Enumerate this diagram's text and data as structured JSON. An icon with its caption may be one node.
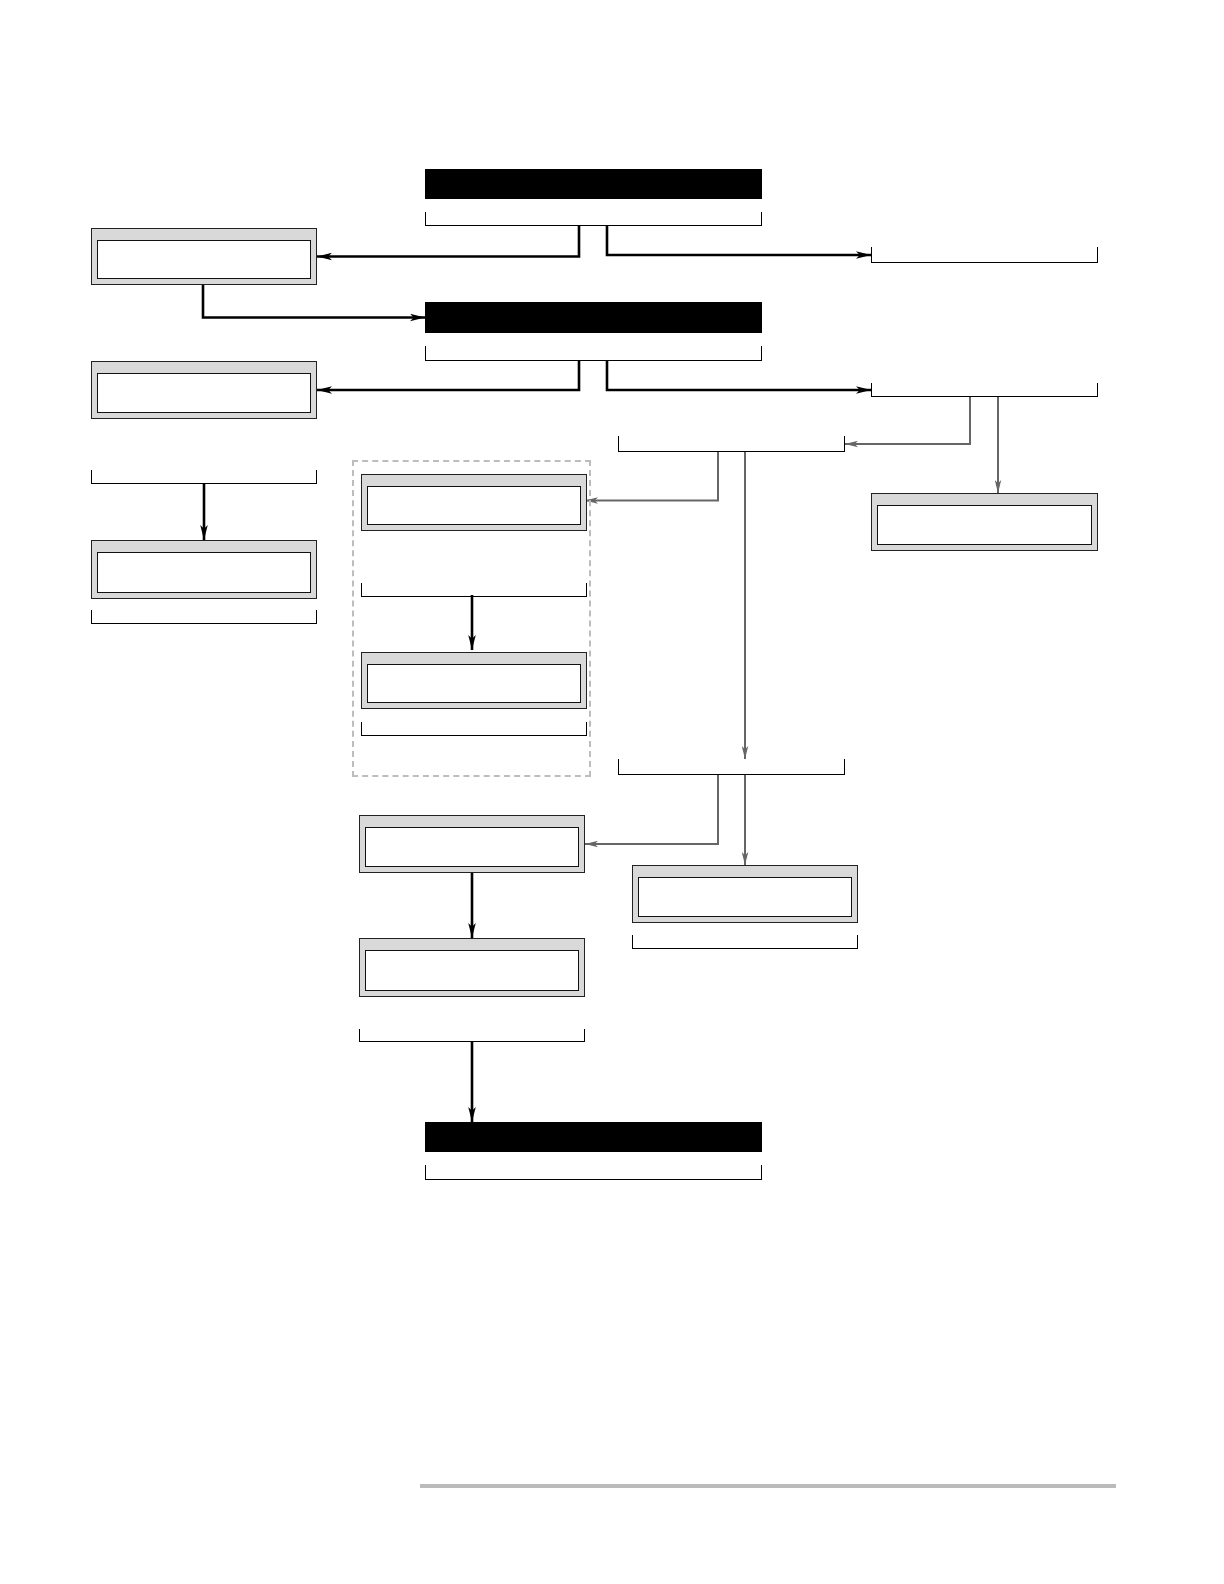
{
  "diagram": {
    "nodes": [
      {
        "text": [],
        "shape": "bar"
      },
      {
        "text": [],
        "shape": "bracket"
      },
      {
        "text": [],
        "shape": "box"
      },
      {
        "text": [],
        "shape": "bracket"
      },
      {
        "text": [],
        "shape": "bar"
      },
      {
        "text": [],
        "shape": "bracket"
      },
      {
        "text": [],
        "shape": "box"
      },
      {
        "text": [],
        "shape": "bracket"
      },
      {
        "text": [],
        "shape": "bracket"
      },
      {
        "text": [],
        "shape": "box"
      },
      {
        "text": [],
        "shape": "bracket"
      },
      {
        "text": [],
        "shape": "box"
      },
      {
        "text": [],
        "shape": "bracket"
      },
      {
        "text": [],
        "shape": "group"
      },
      {
        "text": [],
        "shape": "box",
        "in": 13
      },
      {
        "text": [],
        "shape": "bracket",
        "in": 13
      },
      {
        "text": [],
        "shape": "box",
        "in": 13
      },
      {
        "text": [],
        "shape": "bracket",
        "in": 13
      },
      {
        "text": [],
        "shape": "bracket"
      },
      {
        "text": [],
        "shape": "box"
      },
      {
        "text": [],
        "shape": "box"
      },
      {
        "text": [],
        "shape": "bracket"
      },
      {
        "text": [],
        "shape": "box"
      },
      {
        "text": [],
        "shape": "bracket"
      },
      {
        "text": [],
        "shape": "bar"
      },
      {
        "text": [],
        "shape": "bracket"
      }
    ],
    "edges": [
      {
        "from": 1,
        "to": 2,
        "arrow": "to"
      },
      {
        "from": 1,
        "to": 3,
        "arrow": "to"
      },
      {
        "from": 2,
        "to": 4,
        "arrow": "to"
      },
      {
        "from": 5,
        "to": 6,
        "arrow": "to"
      },
      {
        "from": 5,
        "to": 7,
        "arrow": "to"
      },
      {
        "from": 7,
        "to": 8,
        "arrow": "to",
        "color": "#666666"
      },
      {
        "from": 7,
        "to": 9,
        "arrow": "to",
        "color": "#666666"
      },
      {
        "from": 10,
        "to": 11,
        "arrow": "to"
      },
      {
        "from": 8,
        "to": 14,
        "arrow": "to",
        "color": "#666666"
      },
      {
        "from": 8,
        "to": 18,
        "arrow": "to",
        "color": "#666666"
      },
      {
        "from": 15,
        "to": 16,
        "arrow": "to"
      },
      {
        "from": 18,
        "to": 19,
        "arrow": "to",
        "color": "#666666"
      },
      {
        "from": 18,
        "to": 20,
        "arrow": "to",
        "color": "#666666"
      },
      {
        "from": 19,
        "to": 22,
        "arrow": "to"
      },
      {
        "from": 23,
        "to": 24,
        "arrow": "to"
      }
    ]
  }
}
